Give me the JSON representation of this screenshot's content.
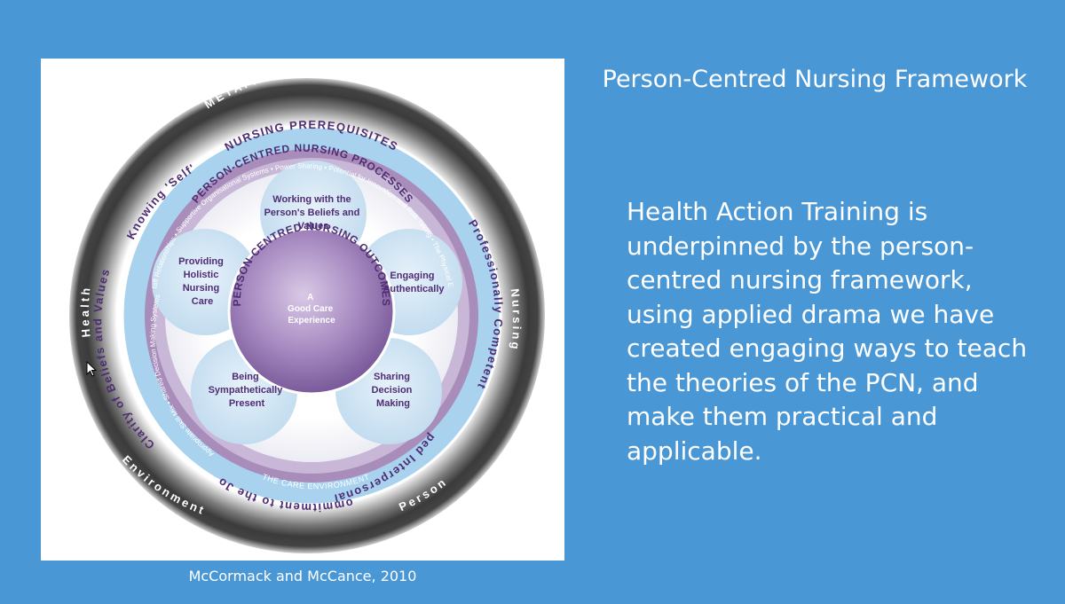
{
  "slide": {
    "title": "Person-Centred Nursing Framework",
    "body": "Health Action Training is underpinned by the person-centred nursing framework, using applied drama we have created engaging ways to teach the theories of the PCN, and make them practical and applicable.",
    "citation": "McCormack and McCance, 2010"
  },
  "diagram": {
    "outer_ring": {
      "top_label": "METAPARADIGM OF NURSING",
      "left_label": "Health",
      "right_label": "Nursing",
      "bottom_right_label": "Person",
      "bottom_left_label": "Environment"
    },
    "prerequisites_ring": {
      "title": "NURSING PREREQUISITES",
      "items": [
        "Professionally Competent",
        "Developed Interpersonal Skills",
        "Commitment to the Job",
        "Clarity of Beliefs and Values",
        "Knowing 'Self'"
      ]
    },
    "care_environment_ring": {
      "label": "THE CARE ENVIRONMENT",
      "items_top": "Effective Staff Relationships • Supportive Organisational Systems • Power Sharing • Potential for Innovation and Risk Taking • The Physical Environment",
      "items_left": "Appropriate Skill Mix • Shared Decision Making Systems"
    },
    "processes_label": "PERSON-CENTRED NURSING PROCESSES",
    "outcomes_label": "PERSON-CENTRED NURSING OUTCOMES",
    "center_text": [
      "A",
      "Good Care",
      "Experience"
    ],
    "petals": [
      {
        "lines": [
          "Working with the",
          "Person's Beliefs and",
          "Values"
        ]
      },
      {
        "lines": [
          "Engaging",
          "Authentically"
        ]
      },
      {
        "lines": [
          "Sharing",
          "Decision",
          "Making"
        ]
      },
      {
        "lines": [
          "Being",
          "Sympathetically",
          "Present"
        ]
      },
      {
        "lines": [
          "Providing",
          "Holistic",
          "Nursing",
          "Care"
        ]
      }
    ],
    "colors": {
      "slide_background": "#4a97d6",
      "outer_ring": "#3b3b3b",
      "prerequisites_ring": "#a9d2ef",
      "care_environment_ring": "#a88cba",
      "petal_fill": "#d2e7f7",
      "center_fill": "#8a6aa8",
      "purple_text": "#4f2d73"
    }
  }
}
